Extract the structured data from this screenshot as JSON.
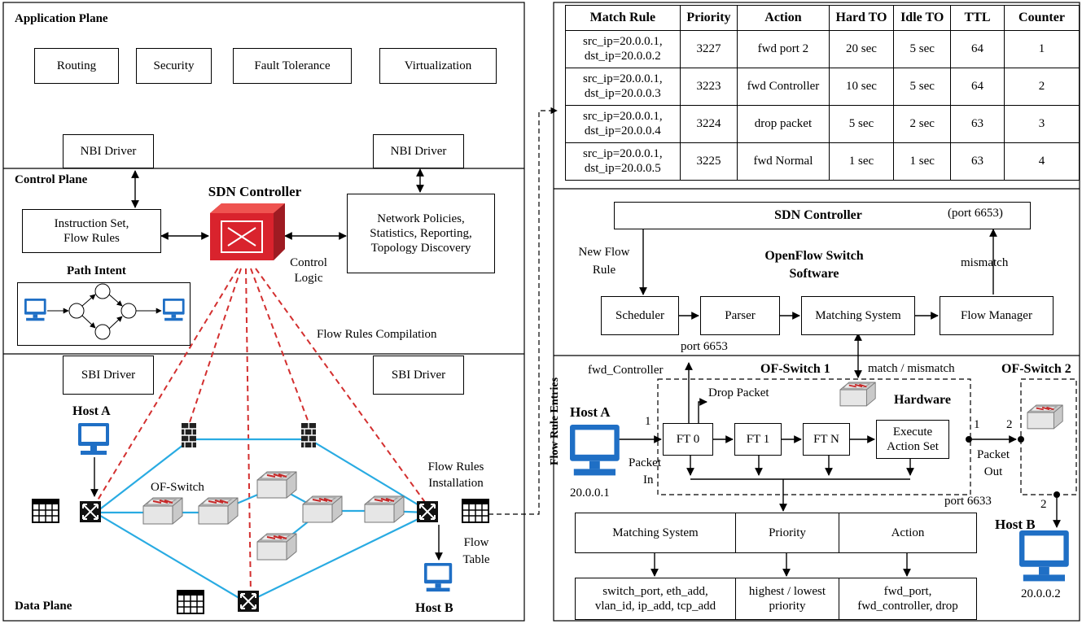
{
  "app_plane": {
    "title": "Application Plane",
    "apps": [
      "Routing",
      "Security",
      "Fault Tolerance",
      "Virtualization"
    ]
  },
  "nbi": {
    "left": "NBI Driver",
    "right": "NBI Driver"
  },
  "control_plane": {
    "title": "Control Plane",
    "controller": "SDN Controller",
    "instruction_set": [
      "Instruction Set,",
      "Flow Rules"
    ],
    "policies": [
      "Network Policies,",
      "Statistics, Reporting,",
      "Topology Discovery"
    ],
    "control_logic": [
      "Control",
      "Logic"
    ],
    "path_intent": "Path Intent",
    "compilation": "Flow Rules Compilation"
  },
  "data_plane": {
    "title": "Data Plane",
    "sbi_left": "SBI Driver",
    "sbi_right": "SBI Driver",
    "host_a": "Host A",
    "host_b": "Host B",
    "of_switch": "OF-Switch",
    "installation": [
      "Flow Rules",
      "Installation"
    ],
    "flow_table": [
      "Flow",
      "Table"
    ]
  },
  "flow_rule_entries": "Flow Rule Entries",
  "flow_table": {
    "headers": [
      "Match Rule",
      "Priority",
      "Action",
      "Hard TO",
      "Idle TO",
      "TTL",
      "Counter"
    ],
    "rows": [
      {
        "match1": "src_ip=20.0.0.1,",
        "match2": "dst_ip=20.0.0.2",
        "priority": "3227",
        "action": "fwd port 2",
        "hard": "20 sec",
        "idle": "5 sec",
        "ttl": "64",
        "counter": "1"
      },
      {
        "match1": "src_ip=20.0.0.1,",
        "match2": "dst_ip=20.0.0.3",
        "priority": "3223",
        "action": "fwd Controller",
        "hard": "10 sec",
        "idle": "5 sec",
        "ttl": "64",
        "counter": "2"
      },
      {
        "match1": "src_ip=20.0.0.1,",
        "match2": "dst_ip=20.0.0.4",
        "priority": "3224",
        "action": "drop packet",
        "hard": "5 sec",
        "idle": "2 sec",
        "ttl": "63",
        "counter": "3"
      },
      {
        "match1": "src_ip=20.0.0.1,",
        "match2": "dst_ip=20.0.0.5",
        "priority": "3225",
        "action": "fwd Normal",
        "hard": "1 sec",
        "idle": "1 sec",
        "ttl": "63",
        "counter": "4"
      }
    ]
  },
  "openflow": {
    "controller": "SDN Controller",
    "port_top": "(port 6653)",
    "new_flow_rule": [
      "New Flow",
      "Rule"
    ],
    "software": [
      "OpenFlow Switch",
      "Software"
    ],
    "mismatch": "mismatch",
    "pipeline": [
      "Scheduler",
      "Parser",
      "Matching System",
      "Flow Manager"
    ],
    "port_6653": "port 6653",
    "fwd_controller": "fwd_Controller",
    "switch1": "OF-Switch 1",
    "match_mismatch": "match / mismatch",
    "switch2": "OF-Switch 2",
    "drop_packet": "Drop Packet",
    "hardware": "Hardware",
    "host_a": "Host A",
    "host_a_ip": "20.0.0.1",
    "host_b": "Host B",
    "host_b_ip": "20.0.0.2",
    "port_1": "1",
    "port_2": "2",
    "packet_in": [
      "Packet",
      "In"
    ],
    "packet_out": [
      "Packet",
      "Out"
    ],
    "tables": [
      "FT 0",
      "FT 1",
      "FT N"
    ],
    "execute": [
      "Execute",
      "Action Set"
    ],
    "port_6633": "port 6633",
    "bottom_headers": [
      "Matching System",
      "Priority",
      "Action"
    ],
    "bottom_values": [
      [
        "switch_port, eth_add,",
        "vlan_id, ip_add, tcp_add"
      ],
      [
        "highest / lowest",
        "priority"
      ],
      [
        "fwd_port,",
        "fwd_controller, drop"
      ]
    ]
  },
  "colors": {
    "controller_red": "#d9232d",
    "link_blue": "#29abe2",
    "host_blue": "#1f6fc5",
    "dash_red": "#d32f2f"
  }
}
